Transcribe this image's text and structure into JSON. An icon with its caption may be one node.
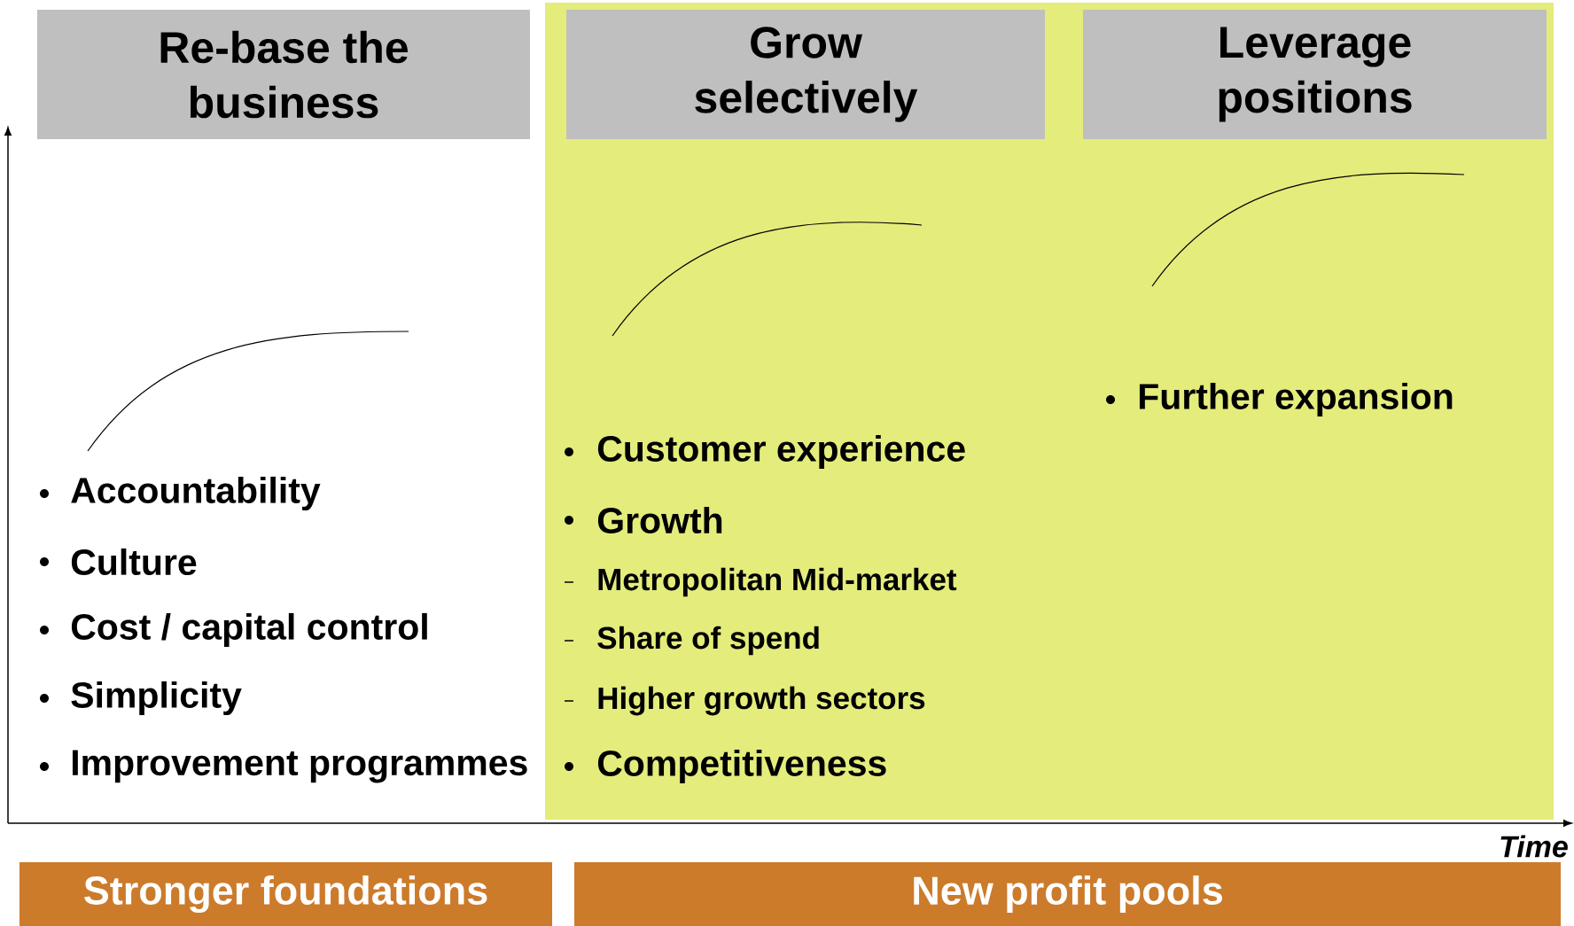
{
  "diagram": {
    "nodes": [
      {
        "text": [
          "Re-base the business"
        ]
      },
      {
        "text": [],
        "shape": "box"
      },
      {
        "text": [
          "Grow selectively"
        ],
        "in": 1
      },
      {
        "text": [
          "Leverage positions"
        ],
        "in": 1
      },
      {
        "text": [
          "Stronger foundations"
        ]
      },
      {
        "text": [
          "New profit pools"
        ]
      }
    ],
    "edges": [],
    "labels": [
      "Accountability",
      "Culture",
      "Cost / capital control",
      "Simplicity",
      "Improvement programmes",
      "Customer experience",
      "Growth",
      "Metropolitan Mid-market",
      "Share of spend",
      "Higher growth sectors",
      "Competitiveness",
      "Further expansion",
      "Time"
    ]
  }
}
